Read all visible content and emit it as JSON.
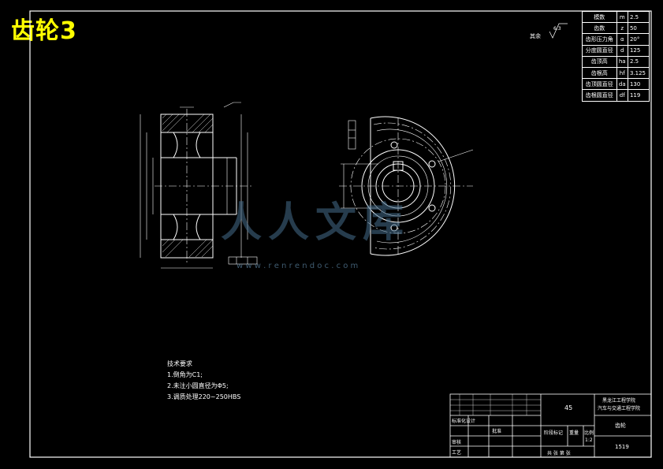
{
  "title": "齿轮3",
  "roughness_note": "其余",
  "roughness_value": "6.3",
  "parameters": [
    {
      "name": "模数",
      "symbol": "m",
      "value": "2.5"
    },
    {
      "name": "齿数",
      "symbol": "z",
      "value": "50"
    },
    {
      "name": "齿形压力角",
      "symbol": "α",
      "value": "20°"
    },
    {
      "name": "分度圆直径",
      "symbol": "d",
      "value": "125"
    },
    {
      "name": "齿顶高",
      "symbol": "ha",
      "value": "2.5"
    },
    {
      "name": "齿根高",
      "symbol": "hf",
      "value": "3.125"
    },
    {
      "name": "齿顶圆直径",
      "symbol": "da",
      "value": "130"
    },
    {
      "name": "齿根圆直径",
      "symbol": "df",
      "value": "119"
    }
  ],
  "tech_requirements": {
    "heading": "技术要求",
    "items": [
      "1.倒角为C1;",
      "2.未注小圆直径为Φ5;",
      "3.调质处理220~250HBS"
    ]
  },
  "title_block": {
    "material": "45",
    "school_line1": "黑龙江工程学院",
    "school_line2": "汽车与交通工程学院",
    "part_name": "齿轮",
    "drawing_no": "1519",
    "stage_mark_label": "阶段标记",
    "weight_label": "重量",
    "scale_label": "比例",
    "scale_value": "1:2",
    "sheet_label": "共 张 第 张",
    "design_label": "标准化设计",
    "review_label": "审核",
    "process_label": "工艺",
    "approve_label": "批准"
  },
  "watermark": {
    "text": "人人文库",
    "url": "w w w . r e n r e n d o c . c o m"
  }
}
